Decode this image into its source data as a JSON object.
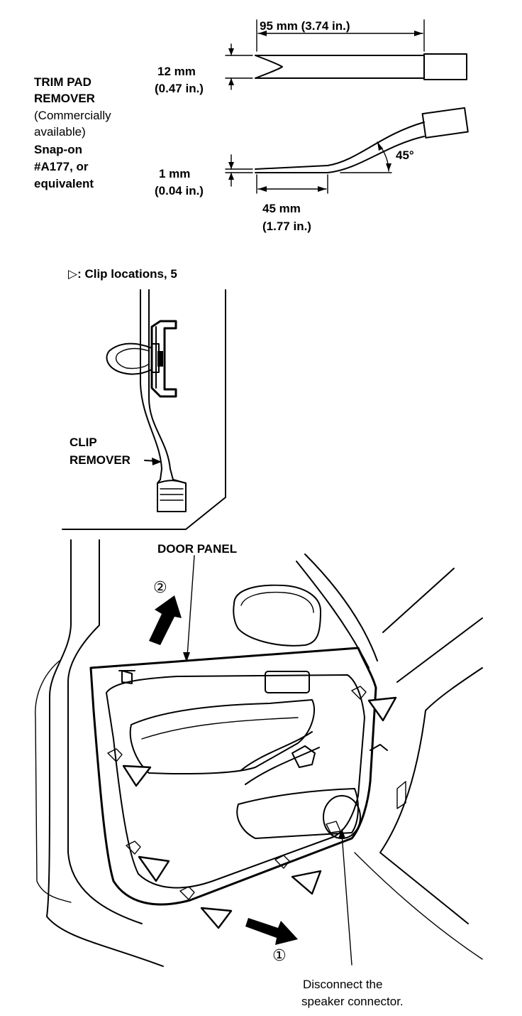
{
  "tool": {
    "name_line1": "TRIM PAD",
    "name_line2": "REMOVER",
    "note_line1": "(Commercially",
    "note_line2": "available)",
    "part_line1": "Snap-on",
    "part_line2": "#A177, or",
    "part_line3": "equivalent",
    "length_label": "95 mm (3.74 in.)",
    "width_mm": "12 mm",
    "width_in": "(0.47 in.)",
    "thickness_mm": "1 mm",
    "thickness_in": "(0.04 in.)",
    "bend_length_mm": "45 mm",
    "bend_length_in": "(1.77 in.)",
    "angle_label": "45°"
  },
  "clip_detail": {
    "legend": "▷: Clip locations, 5",
    "remover_line1": "CLIP",
    "remover_line2": "REMOVER"
  },
  "door": {
    "panel_label": "DOOR PANEL",
    "step2": "②",
    "step1": "①",
    "speaker_line1": "Disconnect the",
    "speaker_line2": "speaker connector."
  }
}
